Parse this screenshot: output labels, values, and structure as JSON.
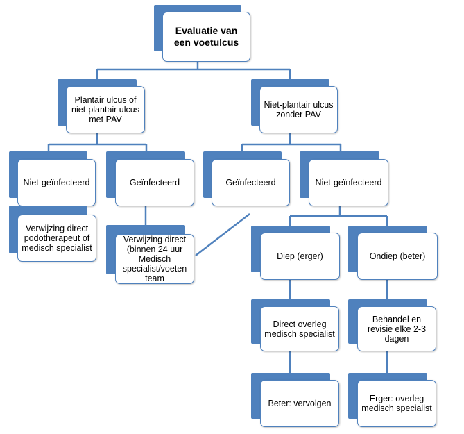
{
  "root": "Evaluatie van een voetulcus",
  "level1": {
    "left": "Plantair ulcus of niet-plantair ulcus met PAV",
    "right": "Niet-plantair ulcus zonder PAV"
  },
  "level2": {
    "a": "Niet-geïnfecteerd",
    "b": "Geïnfecteerd",
    "c": "Geïnfecteerd",
    "d": "Niet-geïnfecteerd"
  },
  "level3": {
    "a": "Verwijzing direct podotherapeut of medisch specialist",
    "b": "Verwijzing direct (binnen 24 uur Medisch specialist/voeten team",
    "c": "Diep (erger)",
    "d": "Ondiep (beter)"
  },
  "level4": {
    "c": "Direct overleg medisch specialist",
    "d": "Behandel en revisie elke 2-3 dagen"
  },
  "level5": {
    "c": "Beter: vervolgen",
    "d": "Erger: overleg medisch specialist"
  },
  "colors": {
    "accent": "#4f81bd",
    "box": "#ffffff",
    "text": "#000000"
  }
}
